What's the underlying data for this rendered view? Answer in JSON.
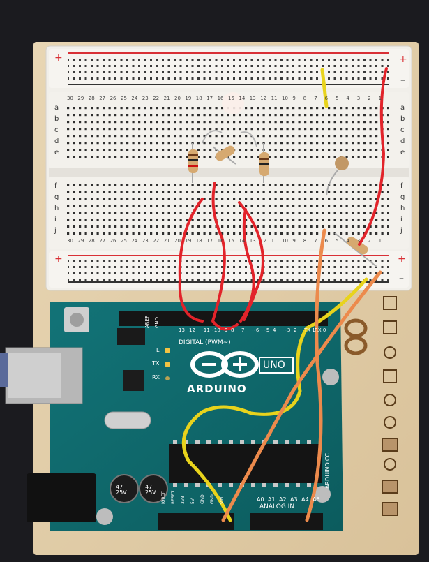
{
  "breadboard": {
    "plus": "+",
    "minus": "–",
    "row_letters_top": [
      "a",
      "b",
      "c",
      "d",
      "e"
    ],
    "row_letters_bottom": [
      "f",
      "g",
      "h",
      "i",
      "j"
    ],
    "column_numbers": [
      "30",
      "29",
      "28",
      "27",
      "26",
      "25",
      "24",
      "23",
      "22",
      "21",
      "20",
      "19",
      "18",
      "17",
      "16",
      "15",
      "14",
      "13",
      "12",
      "11",
      "10",
      "9",
      "8",
      "7",
      "6",
      "5",
      "4",
      "3",
      "2",
      "1"
    ]
  },
  "board": {
    "logo_text": "ARDUINO",
    "model_badge": "UNO",
    "digital_label": "DIGITAL (PWM~)",
    "analog_label": "ANALOG IN",
    "tx_label": "TX",
    "rx_label": "RX",
    "l_label": "L",
    "website": "ARDUINO.CC",
    "aref_label": "AREF",
    "gnd_label": "GND",
    "capacitor_text": "47\n25V",
    "power_labels": [
      "IOREF",
      "RESET",
      "3V3",
      "5V",
      "GND",
      "GND",
      "VIN"
    ],
    "analog_pins": [
      "A0",
      "A1",
      "A2",
      "A3",
      "A4",
      "A5"
    ],
    "digital_pins": [
      "13",
      "12",
      "~11",
      "~10",
      "~9",
      "8",
      "7",
      "~6",
      "~5",
      "4",
      "~3",
      "2",
      "TX 1",
      "RX 0"
    ]
  },
  "colors": {
    "wood": "#e2cda9",
    "breadboard": "#f2f0ec",
    "pcb": "#0f6b6c",
    "wire_red": "#e2232a",
    "wire_yellow": "#e8d31c",
    "wire_orange": "#ec8a4c"
  }
}
